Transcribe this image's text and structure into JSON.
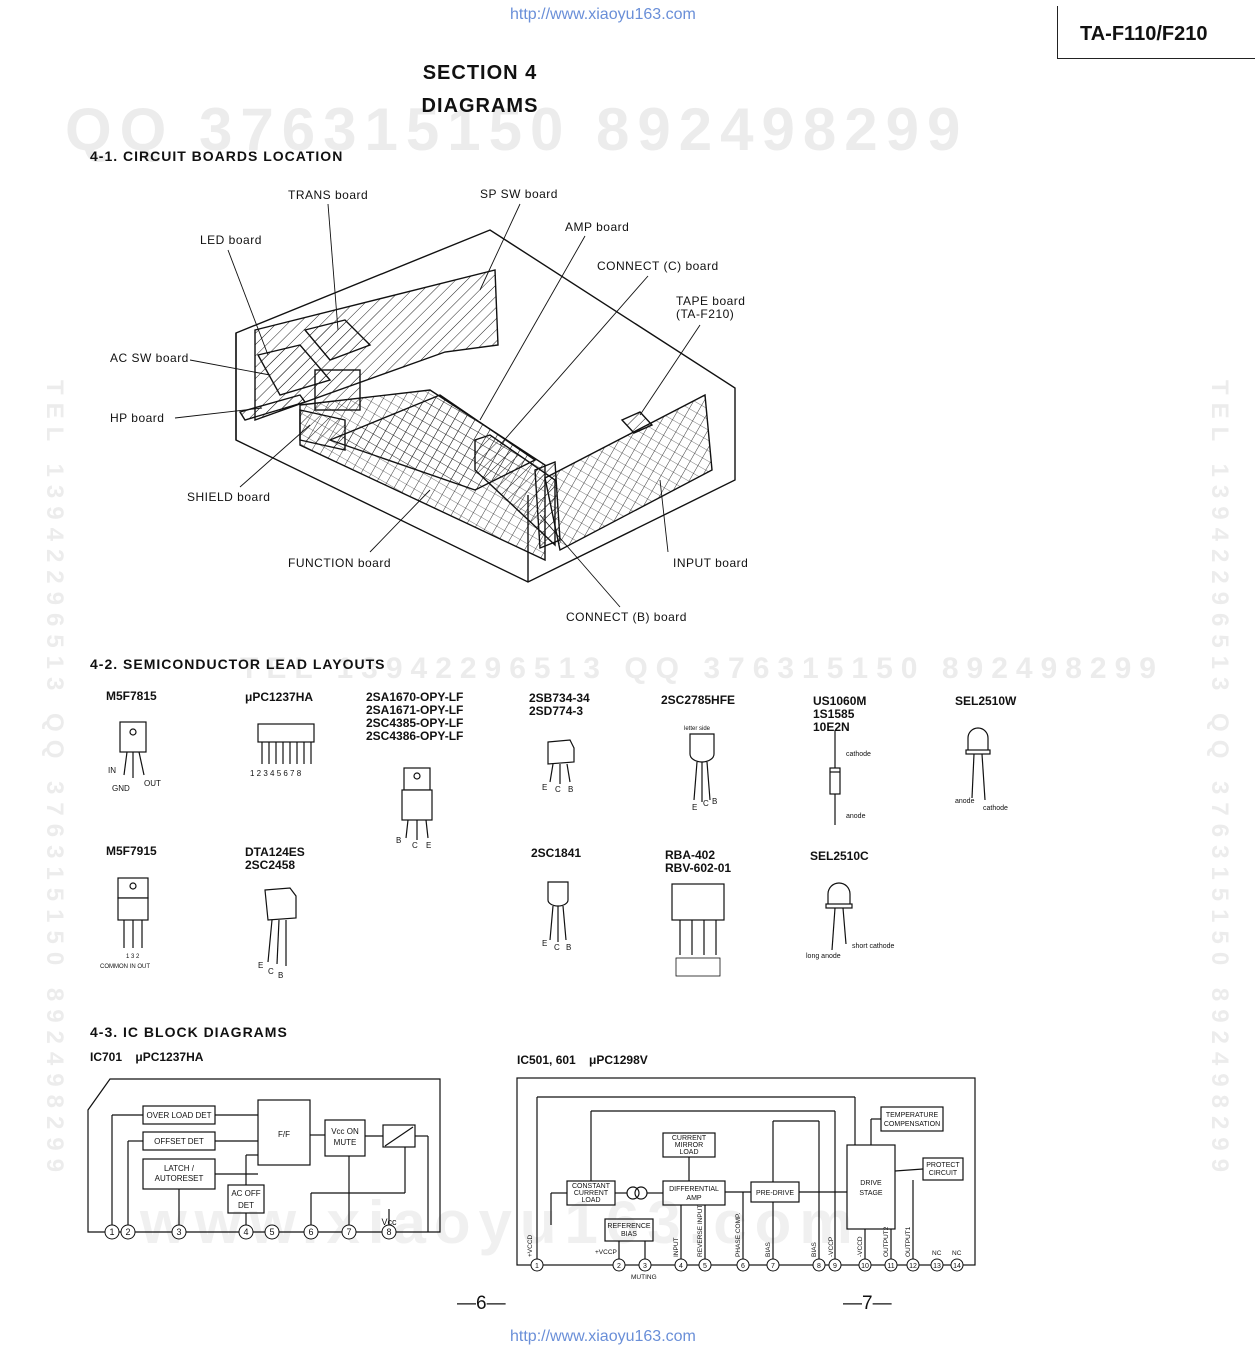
{
  "header": {
    "url_top": "http://www.xiaoyu163.com",
    "model": "TA-F110/F210",
    "section": "SECTION 4",
    "title": "DIAGRAMS"
  },
  "watermarks": {
    "top": "QQ 376315150   892498299",
    "middle": "TEL 13942296513       QQ 376315150  892498299",
    "side": "TEL 13942296513  QQ 376315150  892498299",
    "bottom": "www.xiaoyu163.com"
  },
  "section_4_1": {
    "heading": "4-1.  CIRCUIT BOARDS LOCATION",
    "labels": {
      "trans": "TRANS board",
      "spsw": "SP SW board",
      "led": "LED board",
      "amp": "AMP board",
      "connect_c": "CONNECT (C) board",
      "tape_1": "TAPE board",
      "tape_2": "(TA-F210)",
      "acsw": "AC SW board",
      "hp": "HP board",
      "shield": "SHIELD board",
      "function": "FUNCTION board",
      "input": "INPUT board",
      "connect_b": "CONNECT (B) board"
    }
  },
  "section_4_2": {
    "heading": "4-2.  SEMICONDUCTOR LEAD LAYOUTS",
    "parts": {
      "m5f7815": "M5F7815",
      "upc1237ha": "μPC1237HA",
      "twosa_group": "2SA1670-OPY-LF\n2SA1671-OPY-LF\n2SC4385-OPY-LF\n2SC4386-OPY-LF",
      "twosb734": "2SB734-34\n2SD774-3",
      "twosc2785": "2SC2785HFE",
      "us1060m": "US1060M\n1S1585\n10E2N",
      "sel2510w": "SEL2510W",
      "m5f7915": "M5F7915",
      "dta124es": "DTA124ES\n2SC2458",
      "twosc1841": "2SC1841",
      "rba402": "RBA-402\nRBV-602-01",
      "sel2510c": "SEL2510C"
    },
    "pin_labels": {
      "in": "IN",
      "gnd": "GND",
      "out": "OUT",
      "pins_1_8": "1 2 3 4 5 6 7 8",
      "b": "B",
      "c": "C",
      "e": "E",
      "letter_side": "letter side",
      "cathode": "cathode",
      "anode": "anode",
      "common_in_out": "COMMON IN OUT",
      "long_anode": "long anode",
      "short_cathode": "short cathode",
      "pin123": "1 3 2"
    }
  },
  "section_4_3": {
    "heading": "4-3.  IC BLOCK DIAGRAMS",
    "ic701": {
      "caption": "IC701    μPC1237HA",
      "blocks": {
        "overload": "OVER LOAD DET",
        "offset": "OFFSET DET",
        "latch_1": "LATCH /",
        "latch_2": "AUTORESET",
        "ff": "F/F",
        "vcc_1": "Vcc ON",
        "vcc_2": "MUTE",
        "acoff_1": "AC OFF",
        "acoff_2": "DET"
      },
      "pins": [
        "1",
        "2",
        "3",
        "4",
        "5",
        "6",
        "7",
        "8"
      ],
      "vcc_label": "Vcc"
    },
    "ic501": {
      "caption": "IC501, 601    μPC1298V",
      "blocks": {
        "ccl_1": "CONSTANT",
        "ccl_2": "CURRENT",
        "ccl_3": "LOAD",
        "cml_1": "CURRENT",
        "cml_2": "MIRROR",
        "cml_3": "LOAD",
        "diff_1": "DIFFERENTIAL",
        "diff_2": "AMP",
        "predrive": "PRE-DRIVE",
        "drive_1": "DRIVE",
        "drive_2": "STAGE",
        "temp_1": "TEMPERATURE",
        "temp_2": "COMPENSATION",
        "protect_1": "PROTECT",
        "protect_2": "CIRCUIT",
        "ref_1": "REFERENCE",
        "ref_2": "BIAS"
      },
      "pin_names": [
        "+VCCD",
        "+VCCP",
        "",
        "INPUT",
        "REVERSE INPUT",
        "PHASE COMP.",
        "BIAS",
        "BIAS",
        "-VCCP",
        "-VCCD",
        "OUTPUT2",
        "OUTPUT1",
        "NC",
        "NC"
      ],
      "pins": [
        "1",
        "2",
        "3",
        "4",
        "5",
        "6",
        "7",
        "8",
        "9",
        "10",
        "11",
        "12",
        "13",
        "14"
      ],
      "muting": "MUTING"
    }
  },
  "footer": {
    "page_left": "—6—",
    "page_right": "—7—",
    "url_bottom": "http://www.xiaoyu163.com"
  }
}
